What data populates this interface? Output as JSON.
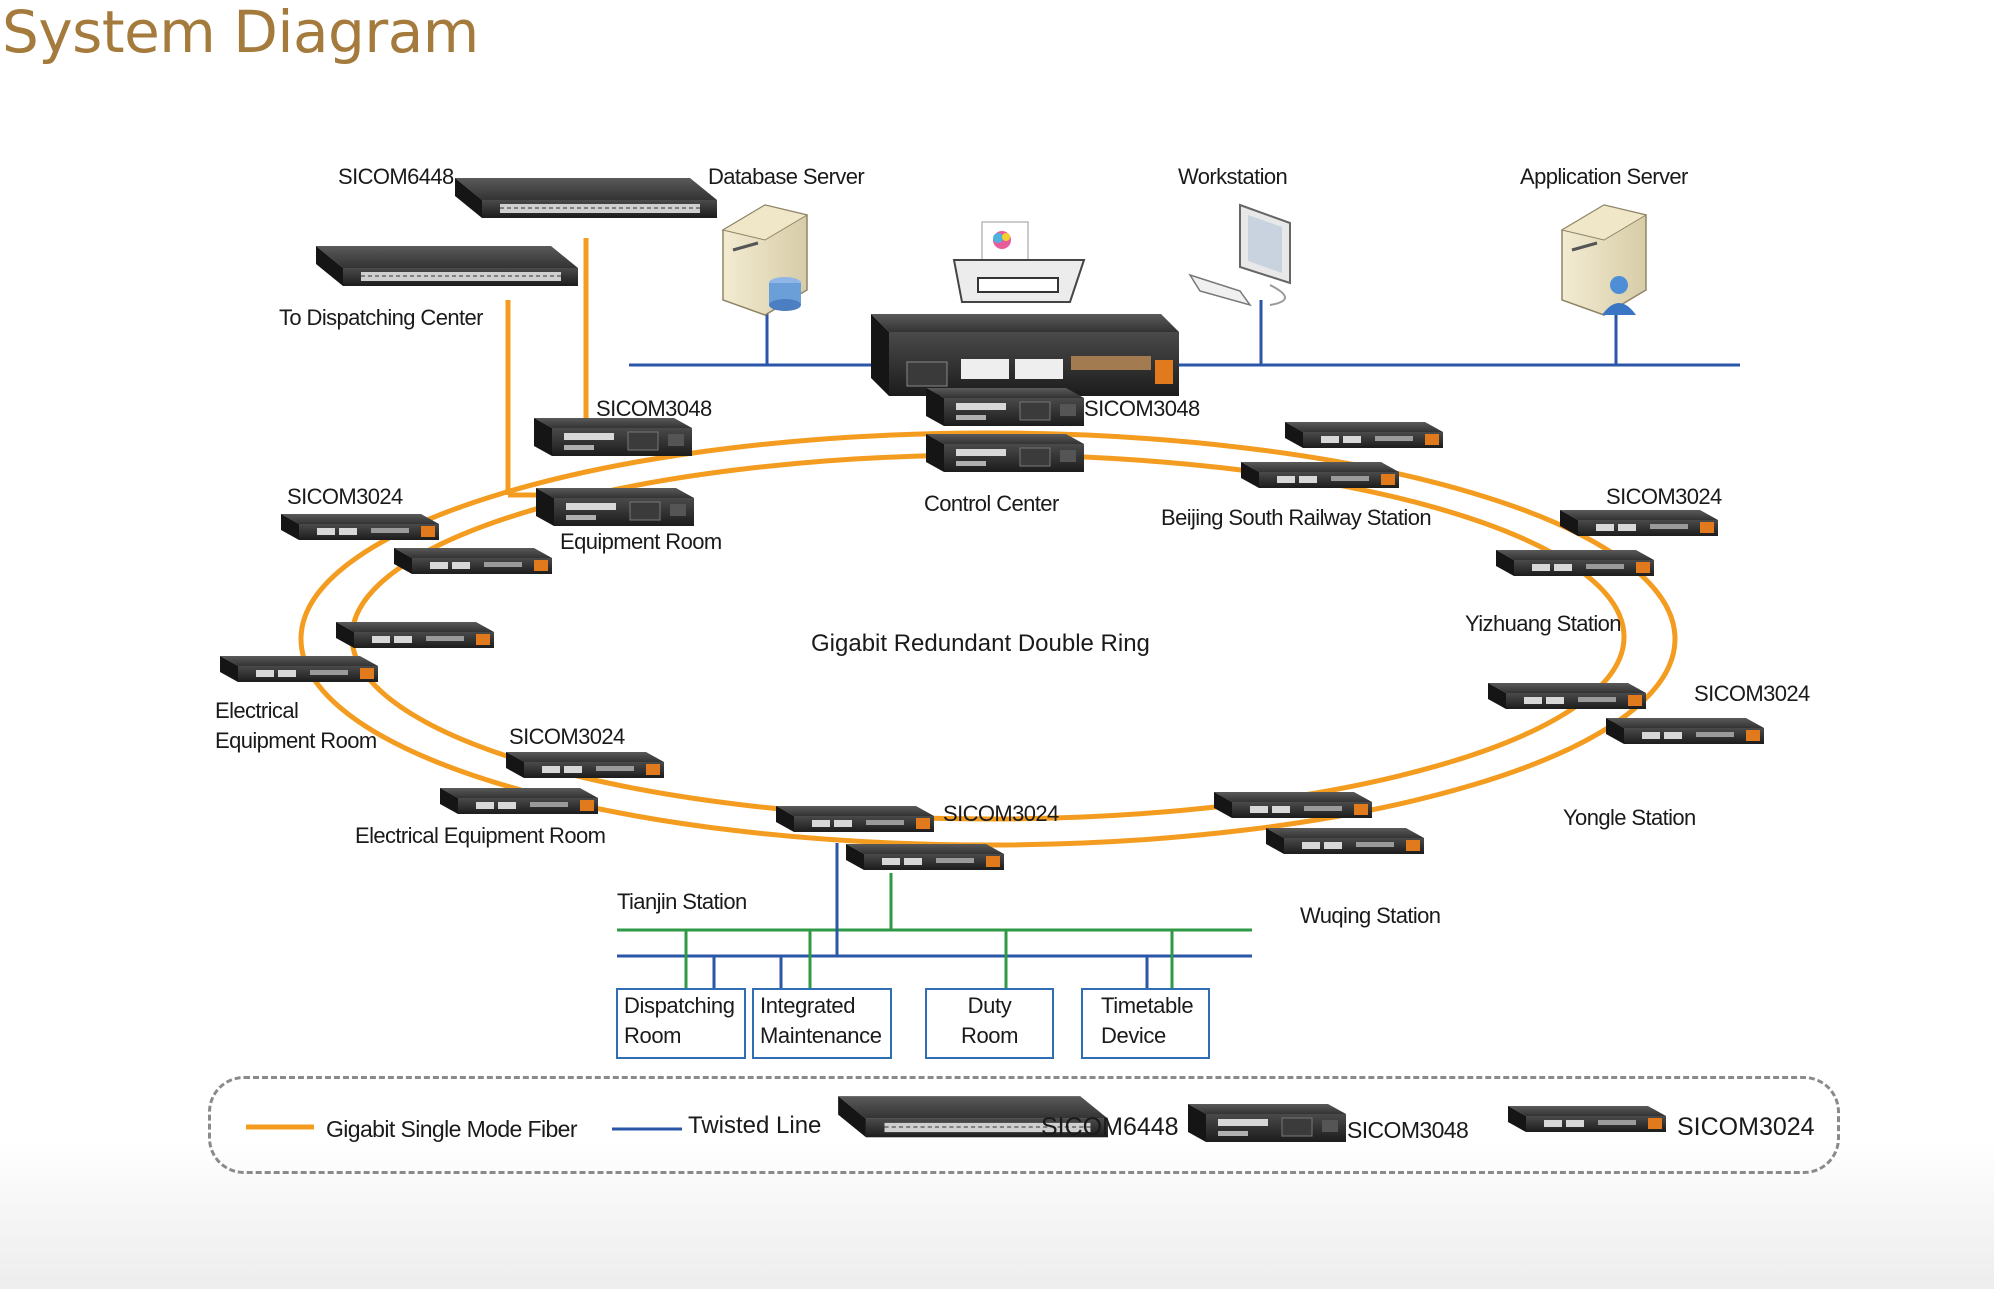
{
  "title": "System Diagram",
  "labels": {
    "sicom6448_top": "SICOM6448",
    "database_server": "Database Server",
    "workstation": "Workstation",
    "application_server": "Application Server",
    "to_dispatching_center": "To Dispatching Center",
    "sicom3048_left": "SICOM3048",
    "sicom3048_center": "SICOM3048",
    "control_center": "Control Center",
    "beijing_south": "Beijing South Railway Station",
    "sicom3024_left": "SICOM3024",
    "equipment_room": "Equipment Room",
    "sicom3024_right_top": "SICOM3024",
    "yizhuang": "Yizhuang Station",
    "ring_title": "Gigabit Redundant Double Ring",
    "electrical_equipment_room_1": "Electrical\nEquipment Room",
    "sicom3024_right_mid": "SICOM3024",
    "sicom3024_lower_left": "SICOM3024",
    "electrical_equipment_room_2": "Electrical Equipment Room",
    "sicom3024_bottom": "SICOM3024",
    "yongle": "Yongle Station",
    "tianjin": "Tianjin Station",
    "wuqing": "Wuqing Station"
  },
  "rooms": [
    {
      "line1": "Dispatching",
      "line2": "Room"
    },
    {
      "line1": "Integrated",
      "line2": "Maintenance"
    },
    {
      "line1": "Duty",
      "line2": "Room"
    },
    {
      "line1": "Timetable",
      "line2": "Device"
    }
  ],
  "legend": {
    "fiber": "Gigabit Single Mode Fiber",
    "twisted": "Twisted Line",
    "sicom6448": "SICOM6448",
    "sicom3048": "SICOM3048",
    "sicom3024": "SICOM3024"
  },
  "colors": {
    "fiber": "#f39c1f",
    "twisted": "#2a56a8",
    "station_bus": "#2f9a46",
    "title": "#a47a3d",
    "switch_body": "#2a2a2a"
  }
}
